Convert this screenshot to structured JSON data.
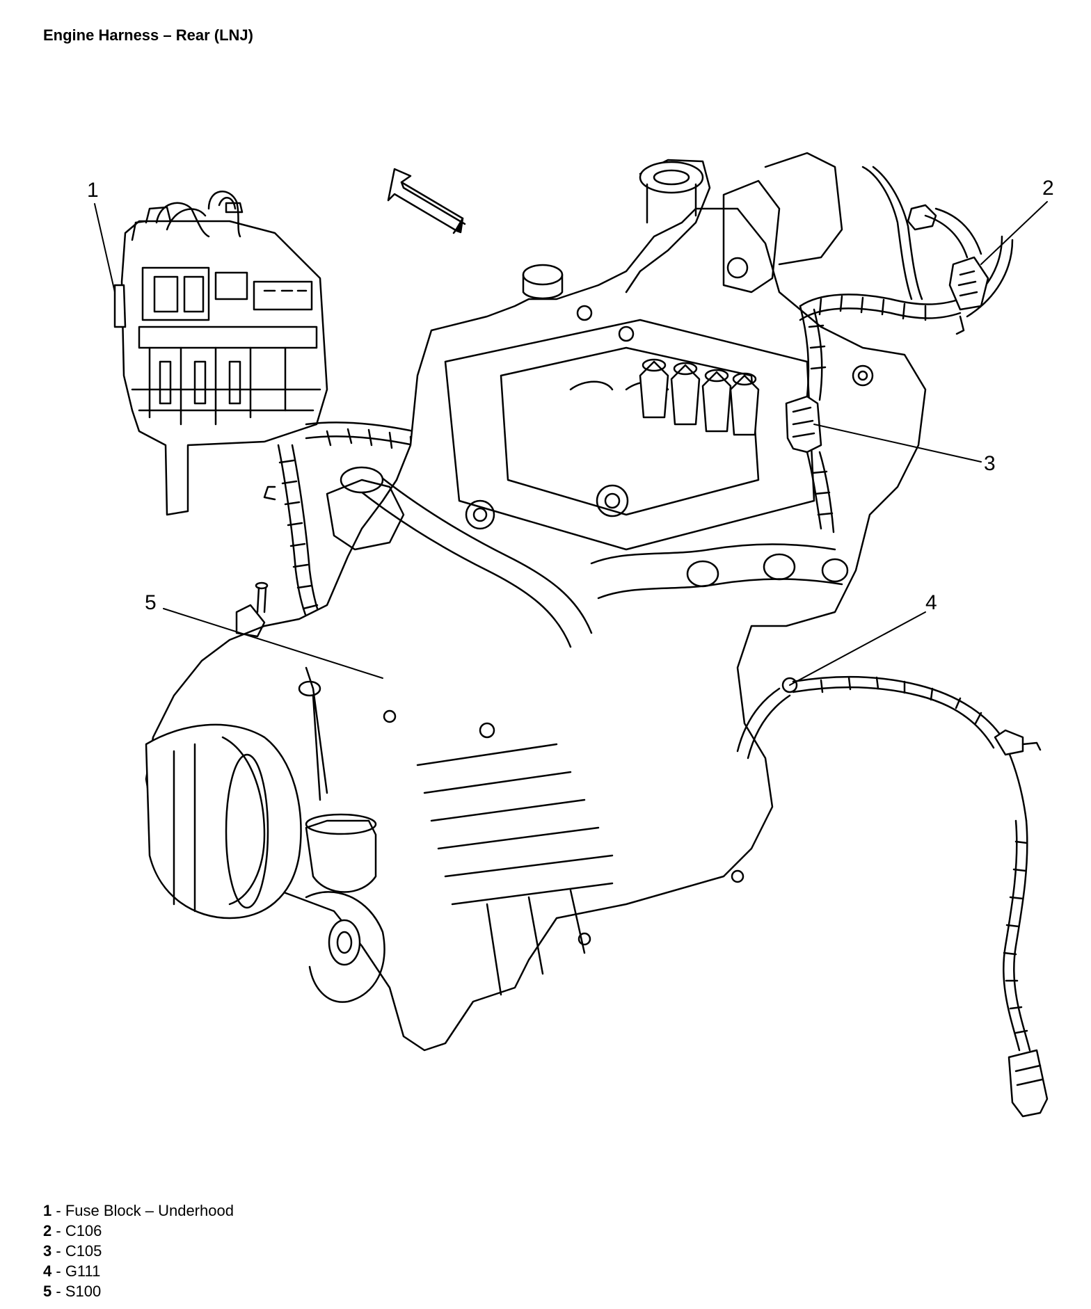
{
  "title": "Engine Harness – Rear (LNJ)",
  "callouts": [
    {
      "number": "1",
      "label": "Fuse Block – Underhood"
    },
    {
      "number": "2",
      "label": "C106"
    },
    {
      "number": "3",
      "label": "C105"
    },
    {
      "number": "4",
      "label": "G111"
    },
    {
      "number": "5",
      "label": "S100"
    }
  ],
  "legend_separator": " - ",
  "icons": {
    "direction_arrow": "front-direction-arrow-icon"
  },
  "colors": {
    "line": "#000000",
    "background": "#ffffff"
  }
}
